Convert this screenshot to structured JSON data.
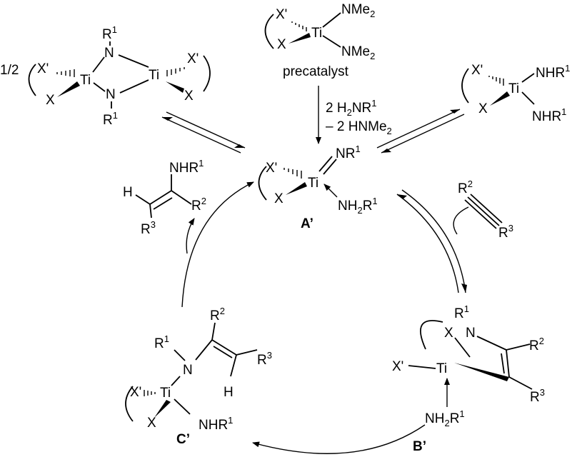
{
  "diagram": {
    "precatalyst": {
      "x_label": "X'",
      "x2_label": "X",
      "metal": "Ti",
      "ligand_top": "NMe",
      "ligand_top_sub": "2",
      "ligand_bottom": "NMe",
      "ligand_bottom_sub": "2",
      "caption": "precatalyst"
    },
    "reagents": {
      "line1_a": "2 H",
      "line1_sub": "2",
      "line1_b": "NR",
      "line1_sup": "1",
      "line2_a": "– 2 HNMe",
      "line2_sub": "2"
    },
    "dimer": {
      "half": "1/2",
      "xl": "X'",
      "x_left": "X",
      "ti1": "Ti",
      "ti2": "Ti",
      "n_top": "N",
      "n_bottom": "N",
      "xr": "X'",
      "x_right": "X",
      "r_top": "R",
      "r_top_sup": "1",
      "r_bottom": "R",
      "r_bottom_sup": "1"
    },
    "bisamide": {
      "x_label": "X'",
      "x2_label": "X",
      "metal": "Ti",
      "nh_top": "NHR",
      "nh_top_sup": "1",
      "nh_bottom": "NHR",
      "nh_bottom_sup": "1"
    },
    "complex_a": {
      "x_label": "X'",
      "x2_label": "X",
      "metal": "Ti",
      "imido": "NR",
      "imido_sup": "1",
      "amine_a": "NH",
      "amine_sub": "2",
      "amine_b": "R",
      "amine_sup": "1",
      "label": "A’"
    },
    "alkyne": {
      "r2": "R",
      "r2_sup": "2",
      "r3": "R",
      "r3_sup": "3"
    },
    "product": {
      "nhr": "NHR",
      "nhr_sup": "1",
      "h": "H",
      "r2": "R",
      "r2_sup": "2",
      "r3": "R",
      "r3_sup": "3"
    },
    "complex_b": {
      "x_label": "X",
      "x2_label": "X'",
      "metal": "Ti",
      "n": "N",
      "r1": "R",
      "r1_sup": "1",
      "r2": "R",
      "r2_sup": "2",
      "r3": "R",
      "r3_sup": "3",
      "amine_a": "NH",
      "amine_sub": "2",
      "amine_b": "R",
      "amine_sup": "1",
      "label": "B’"
    },
    "complex_c": {
      "r1": "R",
      "r1_sup": "1",
      "n": "N",
      "r2": "R",
      "r2_sup": "2",
      "r3": "R",
      "r3_sup": "3",
      "h": "H",
      "x_label": "X'",
      "x2_label": "X",
      "metal": "Ti",
      "nhr": "NHR",
      "nhr_sup": "1",
      "label": "C’"
    }
  }
}
